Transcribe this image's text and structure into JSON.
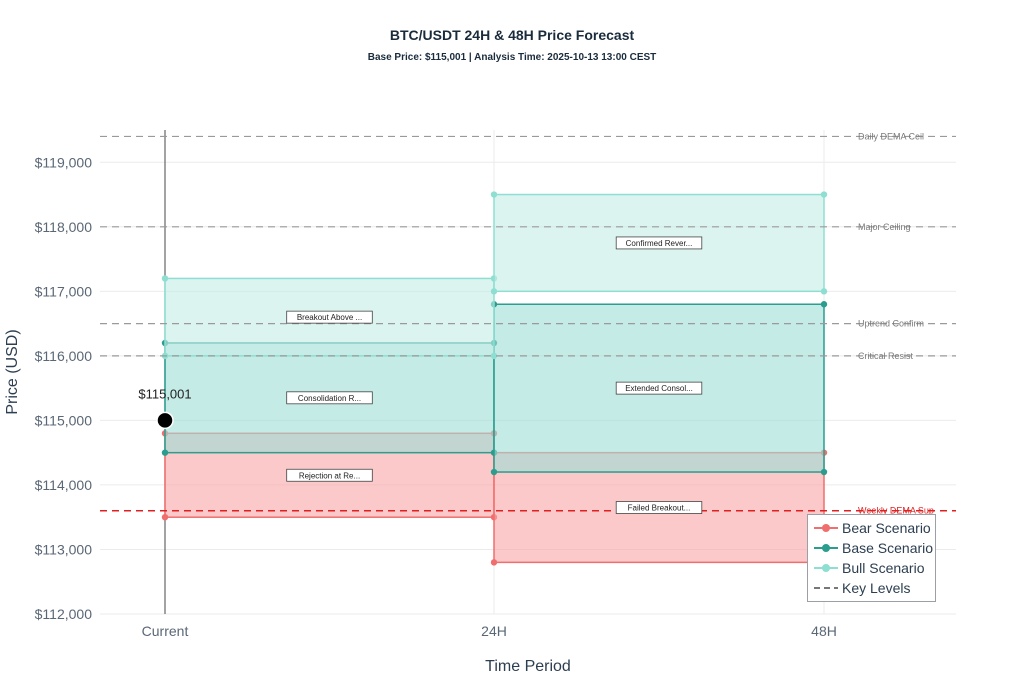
{
  "chart_data": {
    "type": "range-box",
    "title": "BTC/USDT 24H & 48H Price Forecast",
    "subtitle": "Base Price: $115,001 | Analysis Time: 2025-10-13 13:00 CEST",
    "xlabel": "Time Period",
    "ylabel": "Price (USD)",
    "categories": [
      "Current",
      "24H",
      "48H"
    ],
    "ylim": [
      112000,
      119500
    ],
    "yticks": [
      112000,
      113000,
      114000,
      115000,
      116000,
      117000,
      118000,
      119000
    ],
    "ytick_labels": [
      "$112,000",
      "$113,000",
      "$114,000",
      "$115,000",
      "$116,000",
      "$117,000",
      "$118,000",
      "$119,000"
    ],
    "base_price": 115001,
    "base_price_label": "$115,001",
    "series": [
      {
        "name": "Bear Scenario",
        "color": "#f06e6e",
        "fill": "#f8a5a5",
        "boxes": [
          {
            "x0": "Current",
            "x1": "24H",
            "low": 113500,
            "high": 114800,
            "label": "Rejection at Re..."
          },
          {
            "x0": "24H",
            "x1": "48H",
            "low": 112800,
            "high": 114500,
            "label": "Failed Breakout..."
          }
        ]
      },
      {
        "name": "Base Scenario",
        "color": "#2a9d8f",
        "fill": "#9fddd7",
        "boxes": [
          {
            "x0": "Current",
            "x1": "24H",
            "low": 114500,
            "high": 116200,
            "label": "Consolidation R..."
          },
          {
            "x0": "24H",
            "x1": "48H",
            "low": 114200,
            "high": 116800,
            "label": "Extended Consol..."
          }
        ]
      },
      {
        "name": "Bull Scenario",
        "color": "#8edfd1",
        "fill": "#c4ede6",
        "boxes": [
          {
            "x0": "Current",
            "x1": "24H",
            "low": 116000,
            "high": 117200,
            "label": "Breakout Above ..."
          },
          {
            "x0": "24H",
            "x1": "48H",
            "low": 117000,
            "high": 118500,
            "label": "Confirmed Rever..."
          }
        ]
      }
    ],
    "key_levels_name": "Key Levels",
    "key_levels": [
      {
        "value": 119400,
        "label": "Daily DEMA Ceil",
        "color": "#9a9a9a"
      },
      {
        "value": 118000,
        "label": "Major Ceiling",
        "color": "#9a9a9a"
      },
      {
        "value": 116500,
        "label": "Uptrend Confirm",
        "color": "#9a9a9a"
      },
      {
        "value": 116000,
        "label": "Critical Resist",
        "color": "#9a9a9a"
      },
      {
        "value": 113600,
        "label": "Weekly DEMA Sup",
        "color": "#e02020"
      }
    ],
    "grid": true,
    "legend_position": "bottom-right"
  }
}
